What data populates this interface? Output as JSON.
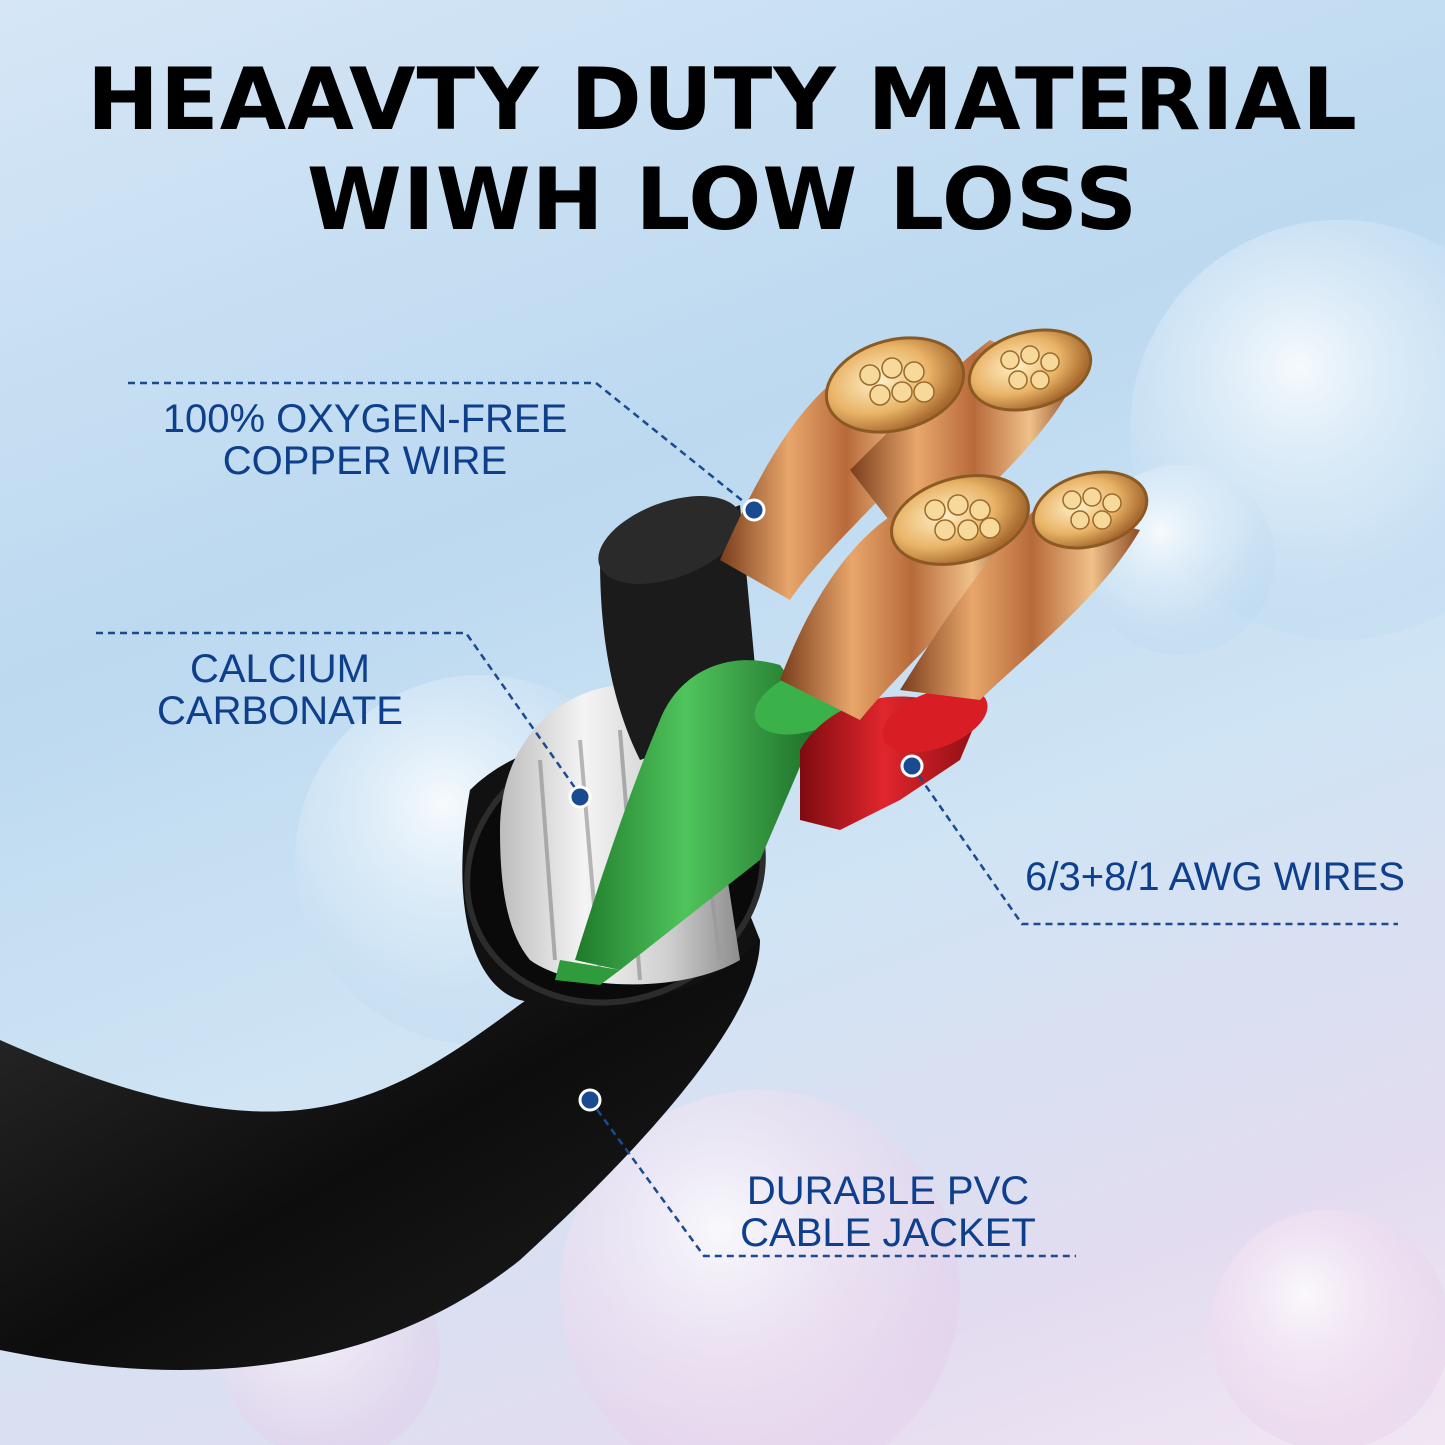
{
  "headline": {
    "line1": "HEAAVTY DUTY MATERIAL",
    "line2": "WIWH LOW LOSS"
  },
  "callouts": {
    "copper": {
      "line1": "100% OXYGEN-FREE",
      "line2": "COPPER WIRE"
    },
    "filler": {
      "line1": "CALCIUM",
      "line2": "CARBONATE"
    },
    "gauge": {
      "line1": "6/3+8/1 AWG WIRES"
    },
    "jacket": {
      "line1": "DURABLE PVC",
      "line2": "CABLE JACKET"
    }
  },
  "colors": {
    "label_text": "#0d3f8c",
    "leader_line": "#1a4a8f",
    "cable_jacket": "#111111",
    "copper": "#c8804a",
    "wire_black": "#1a1a1a",
    "wire_green": "#2e9b3c",
    "wire_red": "#b8141b",
    "filler": "#e6e6e6"
  }
}
